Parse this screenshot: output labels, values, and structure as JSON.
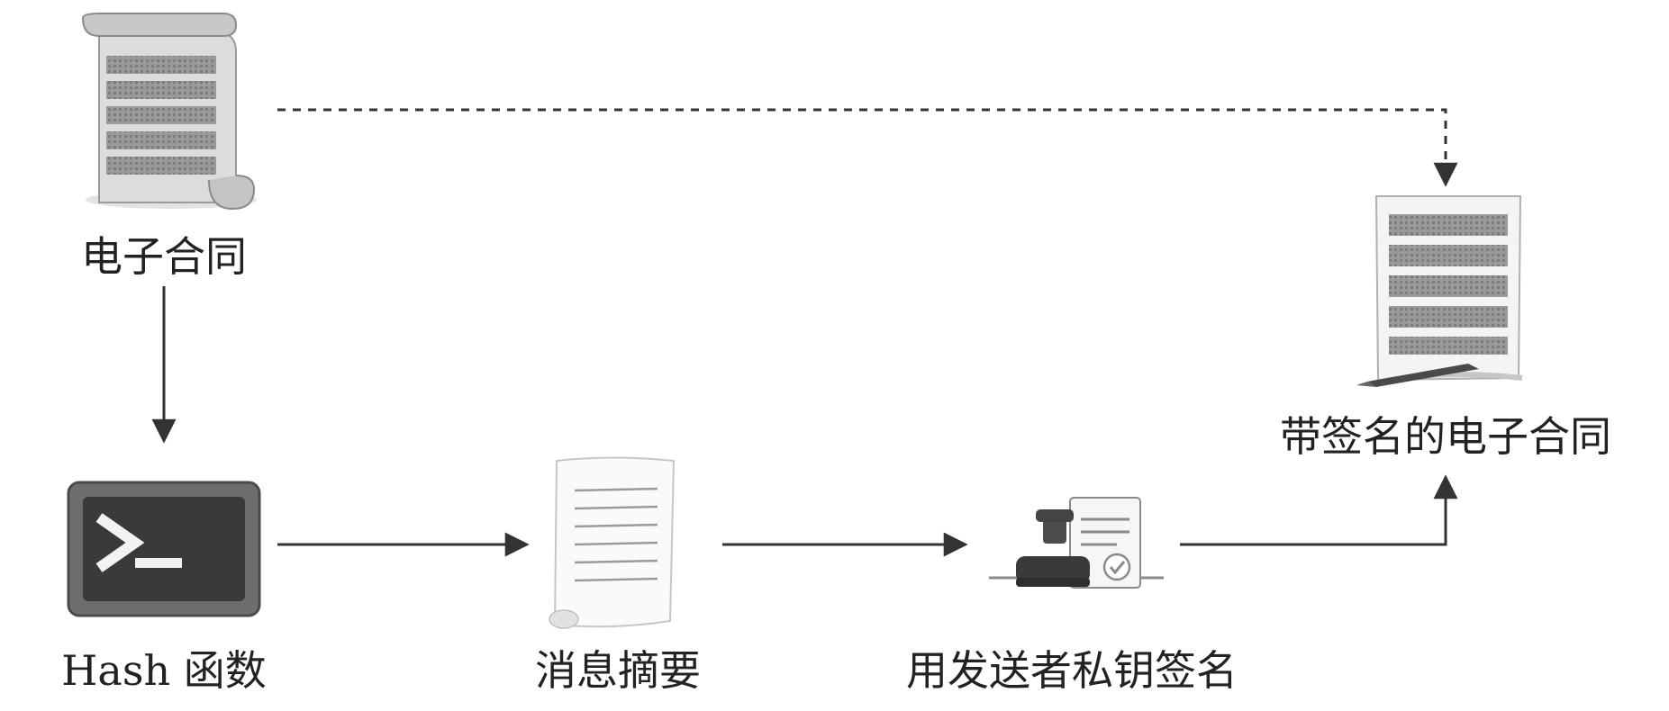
{
  "nodes": {
    "contract": {
      "label": "电子合同",
      "icon": "scroll-document-icon"
    },
    "hash": {
      "label": "Hash 函数",
      "icon": "terminal-icon"
    },
    "digest": {
      "label": "消息摘要",
      "icon": "paper-sheet-icon"
    },
    "sign": {
      "label": "用发送者私钥签名",
      "icon": "stamp-icon"
    },
    "signed_contract": {
      "label": "带签名的电子合同",
      "icon": "signed-document-icon"
    }
  },
  "edges": [
    {
      "from": "contract",
      "to": "hash",
      "style": "solid"
    },
    {
      "from": "hash",
      "to": "digest",
      "style": "solid"
    },
    {
      "from": "digest",
      "to": "sign",
      "style": "solid"
    },
    {
      "from": "sign",
      "to": "signed_contract",
      "style": "solid"
    },
    {
      "from": "contract",
      "to": "signed_contract",
      "style": "dashed"
    }
  ],
  "colors": {
    "stroke": "#333333",
    "text": "#222222",
    "icon_gray": "#8a8a8a",
    "icon_dark": "#3a3a3a"
  }
}
